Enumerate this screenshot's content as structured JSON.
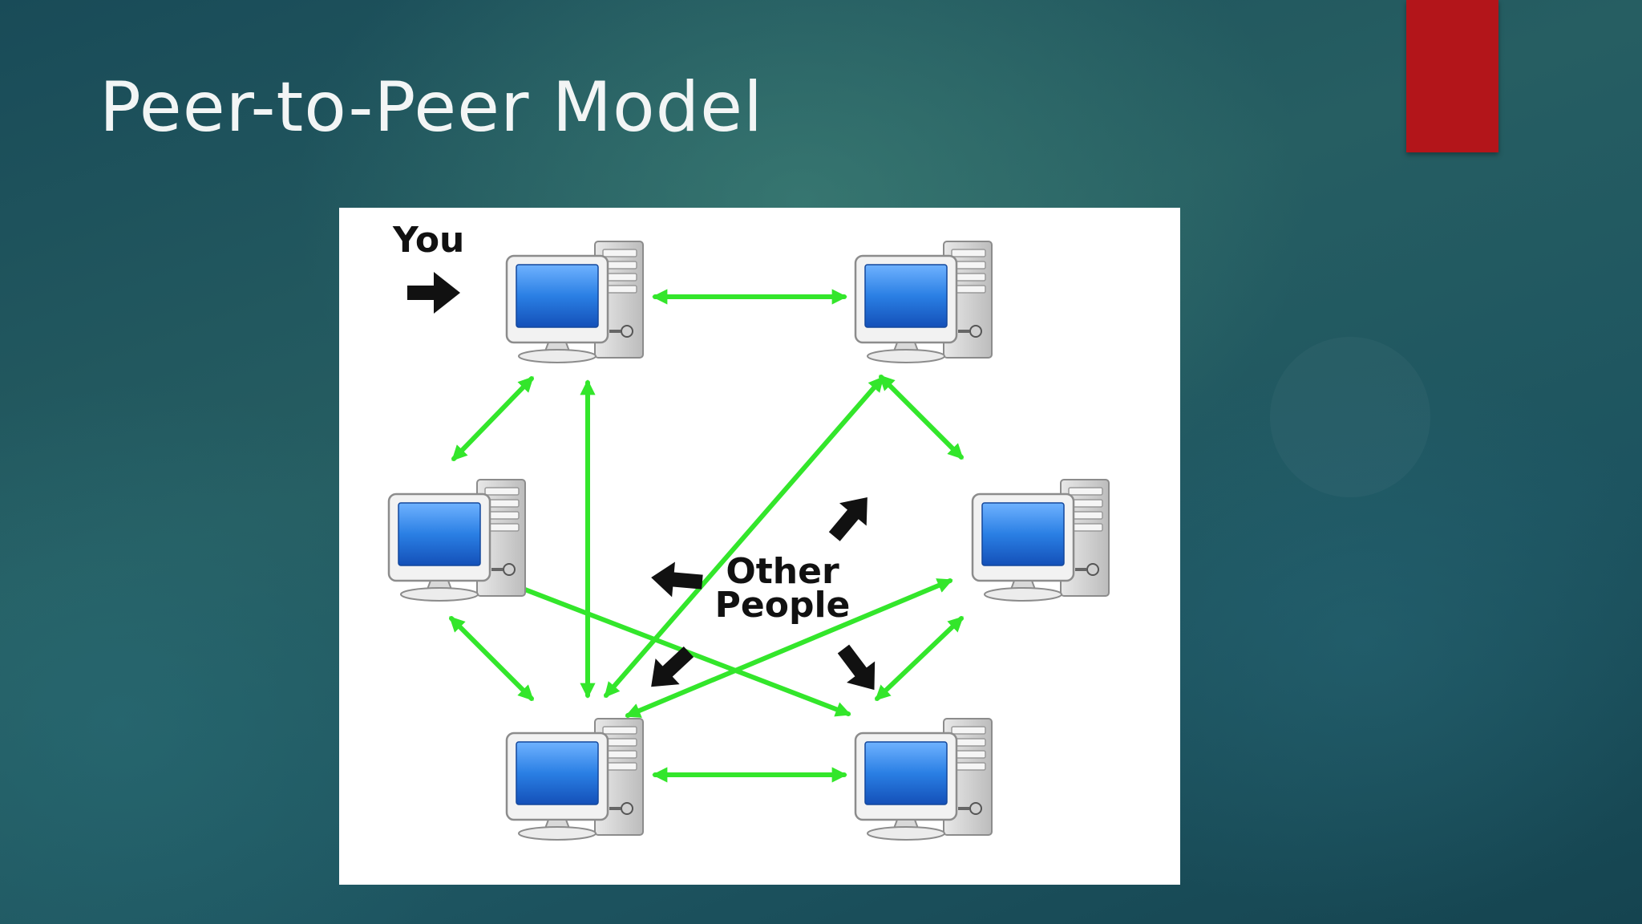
{
  "slide": {
    "title": "Peer-to-Peer Model"
  },
  "diagram": {
    "you_label": "You",
    "other_label_line1": "Other",
    "other_label_line2": "People"
  },
  "colors": {
    "accent": "#b3151a",
    "link": "#33e62b",
    "screen": "#1f6fd6",
    "arrow": "#111111"
  }
}
